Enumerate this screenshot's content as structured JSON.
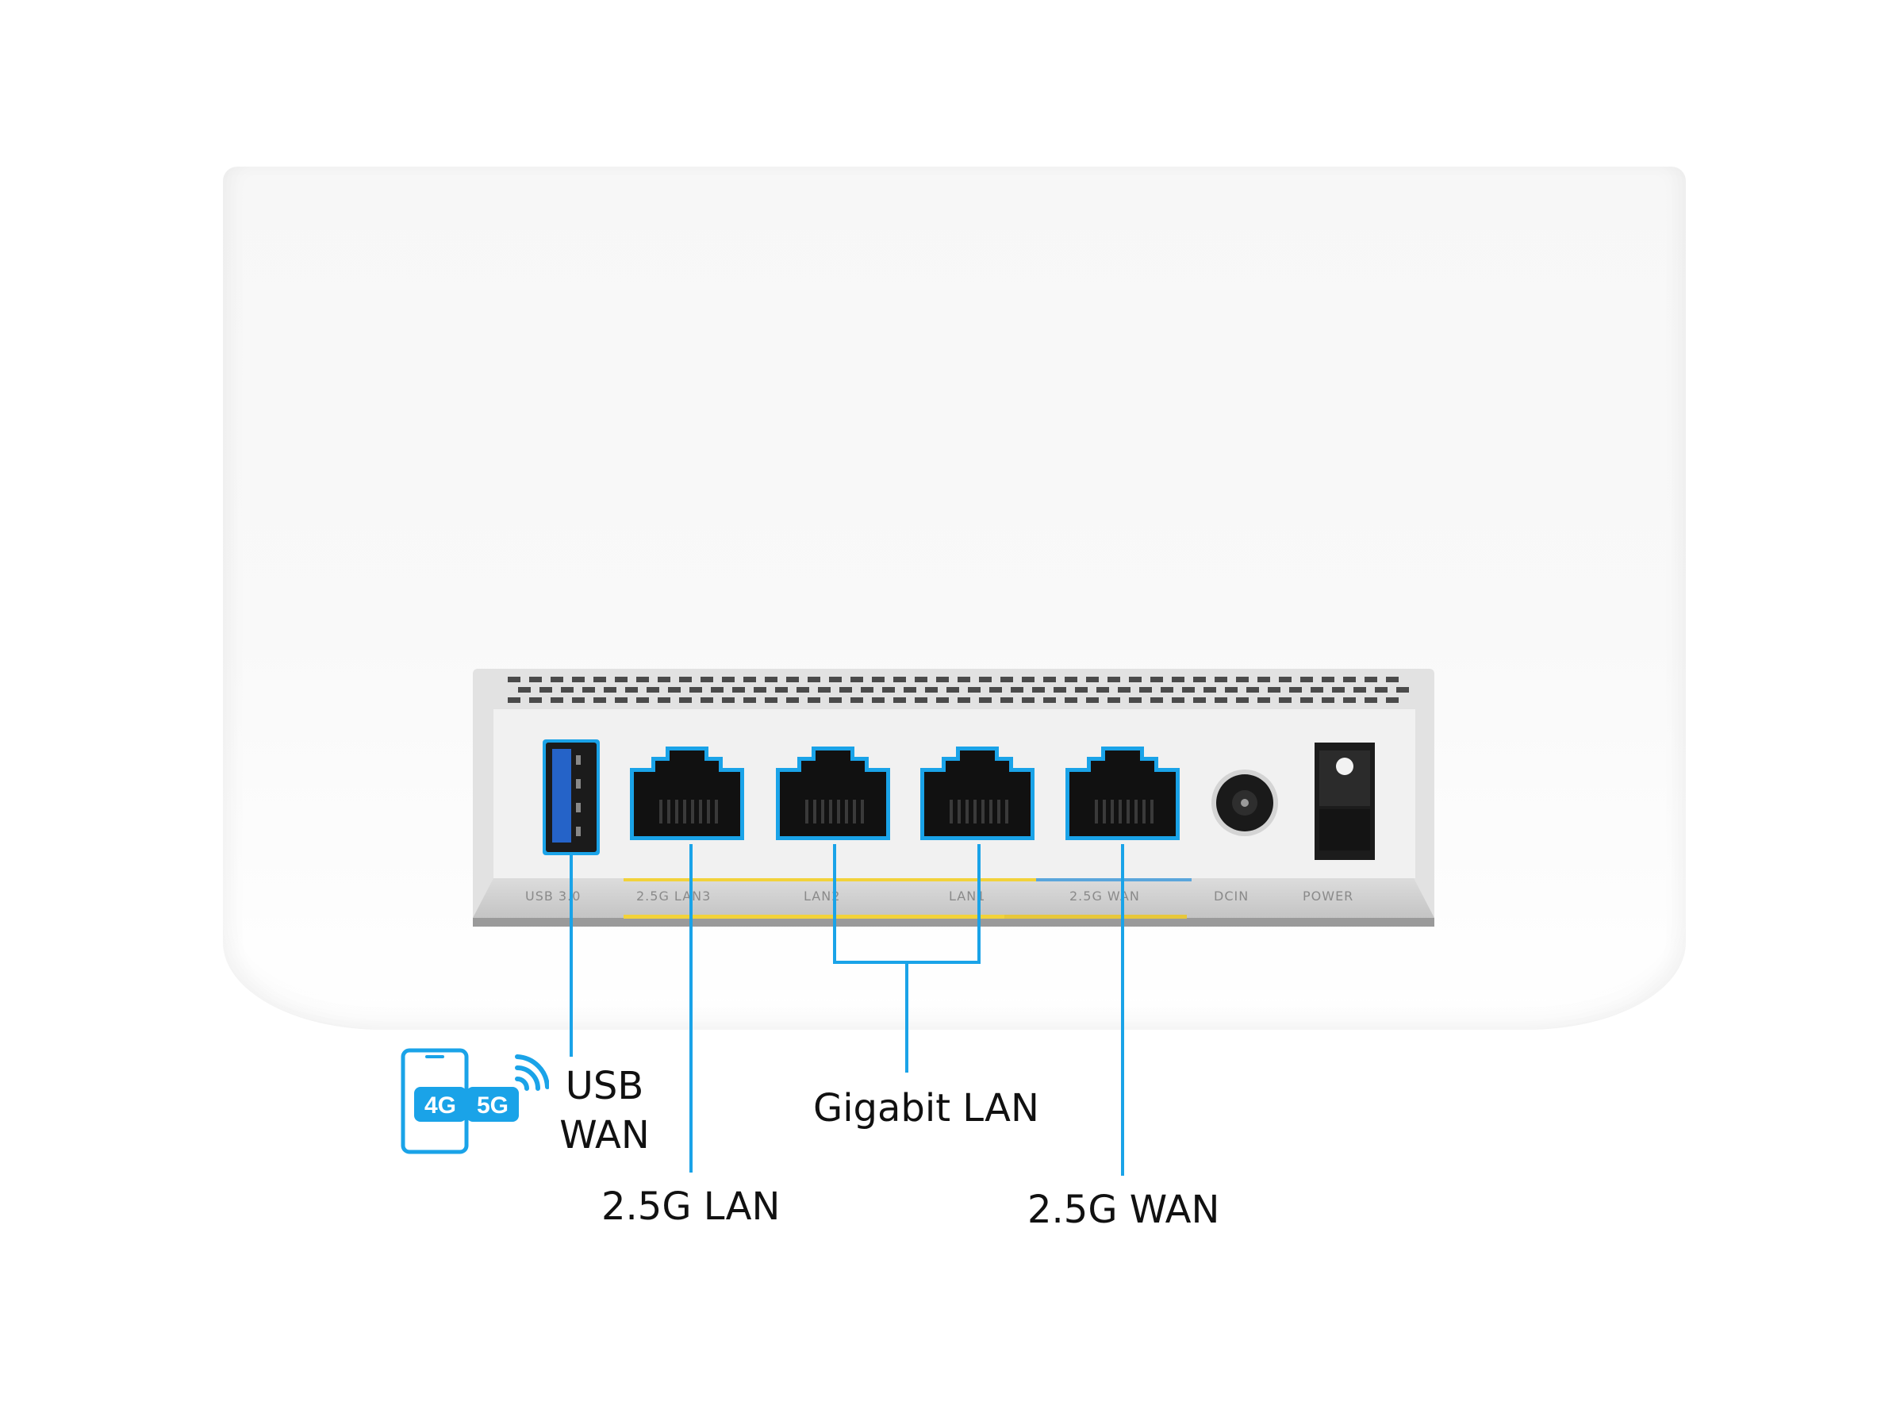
{
  "product": {
    "ports": [
      {
        "id": "usb",
        "panel_label": "USB 3.0",
        "color": "#1f5fc2"
      },
      {
        "id": "lan3",
        "panel_label": "2.5G LAN3",
        "group_color": "#f2d23a"
      },
      {
        "id": "lan2",
        "panel_label": "LAN2",
        "group_color": "#f2d23a"
      },
      {
        "id": "lan1",
        "panel_label": "LAN1",
        "group_color": "#f2d23a"
      },
      {
        "id": "wan",
        "panel_label": "2.5G WAN",
        "group_color": "#5aa6dc"
      },
      {
        "id": "dcin",
        "panel_label": "DCIN"
      },
      {
        "id": "power",
        "panel_label": "POWER"
      }
    ]
  },
  "callouts": {
    "usb_wan": {
      "line1": "USB",
      "line2": "WAN"
    },
    "lan_2_5g": "2.5G LAN",
    "gigabit_lan": "Gigabit LAN",
    "wan_2_5g": "2.5G WAN"
  },
  "mobile_badge": {
    "left_text": "4G",
    "right_text": "5G",
    "icon": "phone-signal-icon"
  },
  "colors": {
    "accent": "#1aa3e8",
    "callout_line": "#1aa3e8",
    "port_highlight": "#1aa3e8",
    "lan_group": "#f2d23a",
    "wan_group": "#5aa6dc",
    "label_text": "#111111"
  }
}
